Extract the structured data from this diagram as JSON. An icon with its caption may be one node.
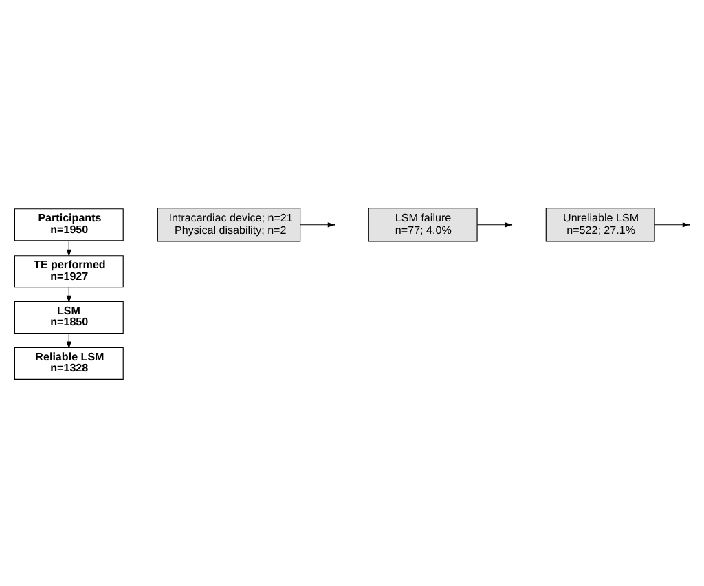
{
  "diagram": {
    "nodes": [
      {
        "text": [
          "Participants",
          "n=1950"
        ]
      },
      {
        "text": [
          "TE performed",
          "n=1927"
        ]
      },
      {
        "text": [
          "LSM",
          "n=1850"
        ]
      },
      {
        "text": [
          "Reliable LSM",
          "n=1328"
        ]
      },
      {
        "text": [
          "Intracardiac device; n=21",
          "Physical disability; n=2"
        ]
      },
      {
        "text": [
          "LSM failure",
          "n=77; 4.0%"
        ]
      },
      {
        "text": [
          "Unreliable LSM",
          "n=522; 27.1%"
        ]
      }
    ],
    "edges": [
      {
        "from": 0,
        "to": 1,
        "arrow": "to"
      },
      {
        "from": 1,
        "to": 2,
        "arrow": "to"
      },
      {
        "from": 2,
        "to": 3,
        "arrow": "to"
      },
      {
        "from": 4,
        "to": null,
        "arrow": "to"
      },
      {
        "from": 5,
        "to": null,
        "arrow": "to"
      },
      {
        "from": 6,
        "to": null,
        "arrow": "to"
      }
    ]
  }
}
